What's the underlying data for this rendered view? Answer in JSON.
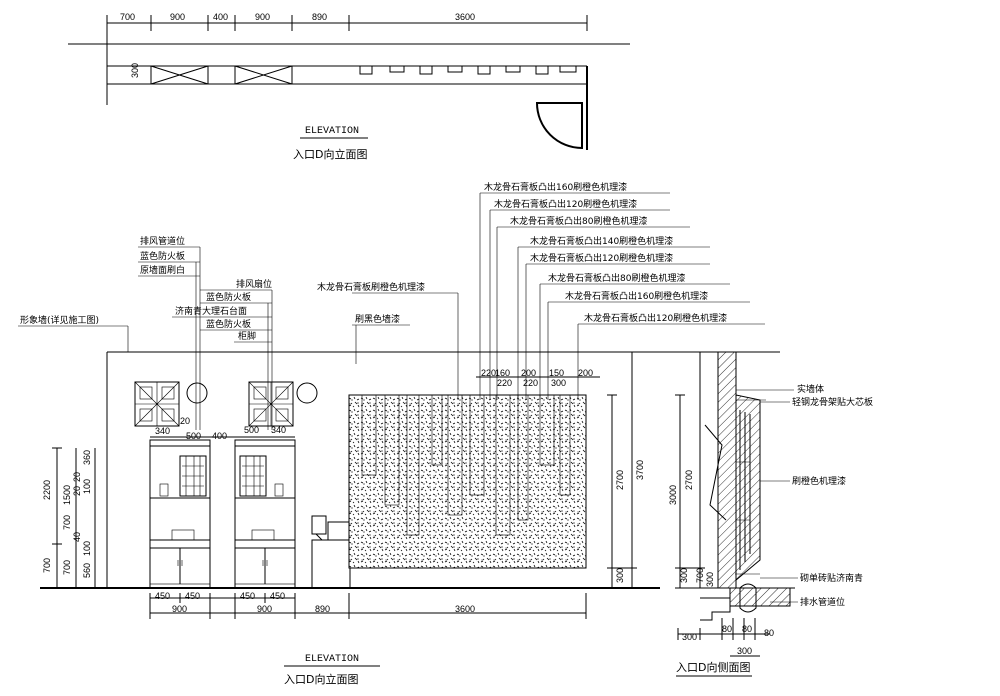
{
  "plan": {
    "top_dims": [
      "700",
      "900",
      "400",
      "900",
      "890",
      "3600"
    ],
    "side_dim": "300",
    "title_en": "ELEVATION",
    "title_cn": "入口D向立面图"
  },
  "elevation": {
    "title_en": "ELEVATION",
    "title_cn": "入口D向立面图",
    "callouts_left": [
      "排风管道位",
      "蓝色防火板",
      "原墙面刷白",
      "排风扇位",
      "蓝色防火板",
      "济南青大理石台面",
      "蓝色防火板",
      "柜脚"
    ],
    "label_image_wall": "形象墙(详见施工图)",
    "label_gypsum": "木龙骨石膏板刷橙色机理漆",
    "label_black": "刷黑色墙漆",
    "callouts_right": [
      "木龙骨石膏板凸出160刷橙色机理漆",
      "木龙骨石膏板凸出120刷橙色机理漆",
      "木龙骨石膏板凸出80刷橙色机理漆",
      "木龙骨石膏板凸出140刷橙色机理漆",
      "木龙骨石膏板凸出120刷橙色机理漆",
      "木龙骨石膏板凸出80刷橙色机理漆",
      "木龙骨石膏板凸出160刷橙色机理漆",
      "木龙骨石膏板凸出120刷橙色机理漆"
    ],
    "left_vert_dims_outer": [
      "2200",
      "700"
    ],
    "left_vert_dims_mid": [
      "1500",
      "700",
      "700"
    ],
    "left_vert_dims_inner": [
      "360",
      "20",
      "20",
      "40",
      "100",
      "100",
      "560"
    ],
    "cab_top_dims": [
      "340",
      "20",
      "500",
      "400",
      "500",
      "340"
    ],
    "cab_bottom_dims": [
      "450",
      "450",
      "450",
      "450"
    ],
    "bottom_dims": [
      "900",
      "900",
      "890",
      "3600"
    ],
    "panel_top_dims": [
      "220",
      "160",
      "220",
      "200",
      "220",
      "150",
      "300",
      "200"
    ],
    "right_vert_dims": [
      "2700",
      "3700",
      "300"
    ]
  },
  "section": {
    "title_cn": "入口D向侧面图",
    "labels": [
      "实墙体",
      "轻钢龙骨架贴大芯板",
      "刷橙色机理漆",
      "砌单砖贴济南青",
      "排水管道位"
    ],
    "vert_dims": [
      "3000",
      "2700",
      "300",
      "700",
      "300"
    ],
    "bottom_dims": [
      "300",
      "80",
      "80",
      "80",
      "300"
    ]
  }
}
